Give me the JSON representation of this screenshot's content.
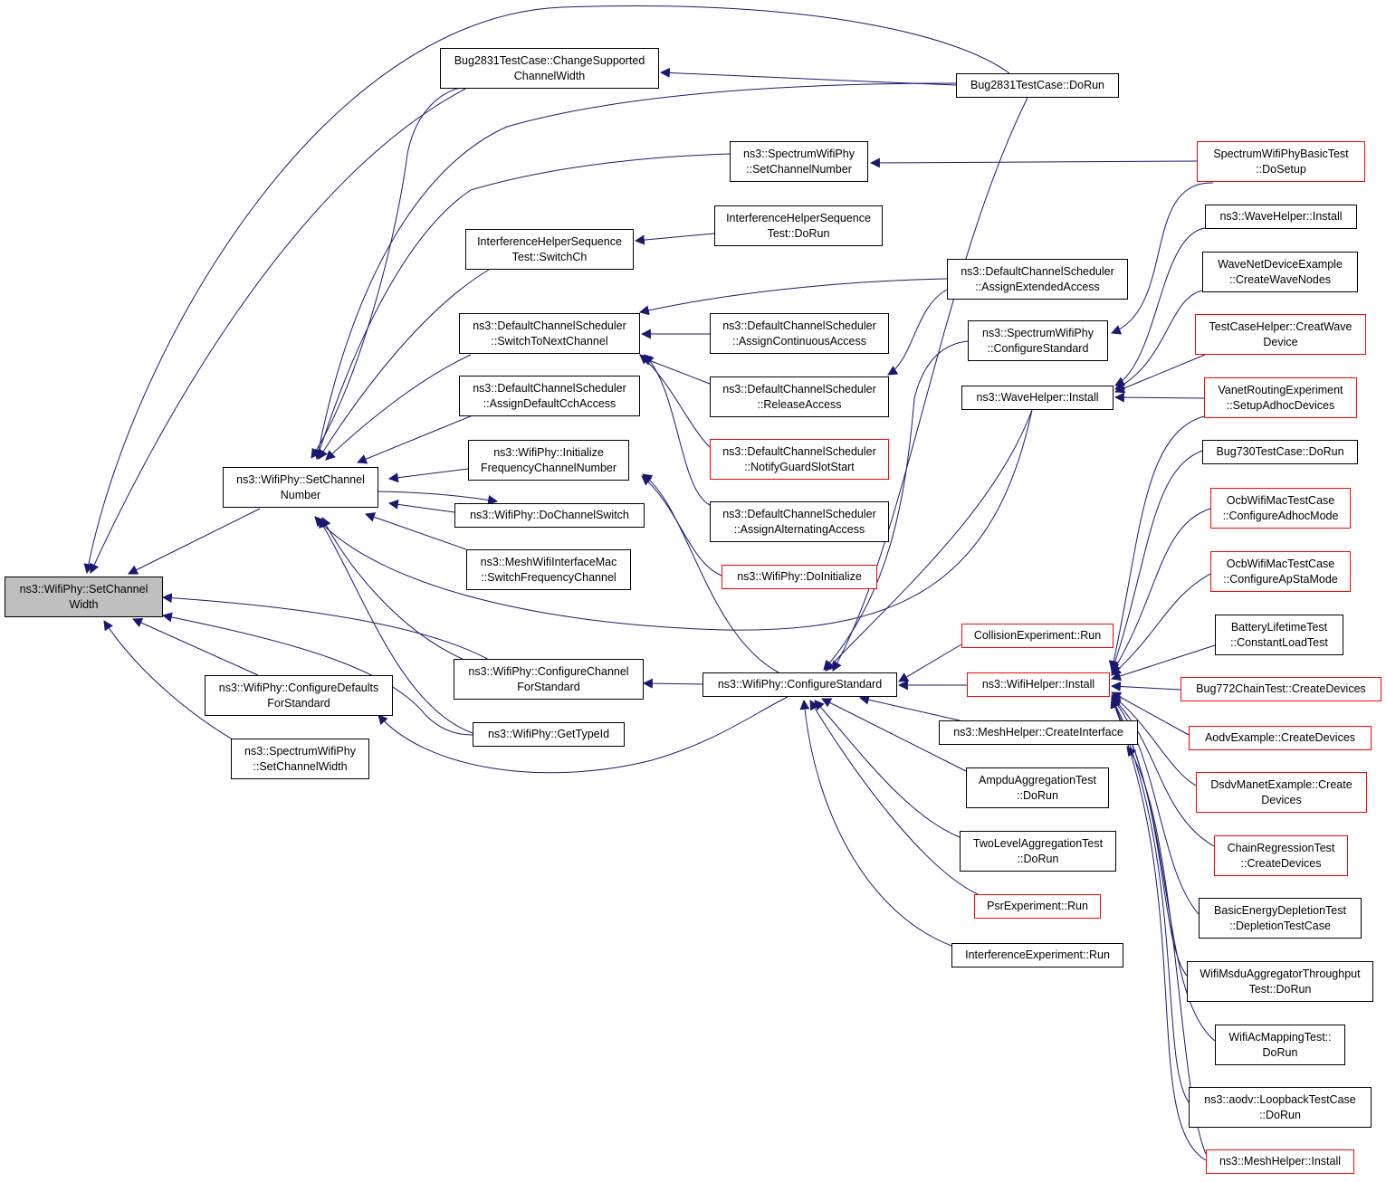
{
  "colors": {
    "edge": "#191970",
    "border": "#000000",
    "border_red": "#ff0000",
    "root_fill": "#bfbfbf"
  },
  "nodes": [
    {
      "id": "root",
      "lines": [
        "ns3::WifiPhy::SetChannel",
        "Width"
      ],
      "style": "root"
    },
    {
      "id": "setchnum",
      "lines": [
        "ns3::WifiPhy::SetChannel",
        "Number"
      ],
      "style": "normal"
    },
    {
      "id": "cfgdefstd",
      "lines": [
        "ns3::WifiPhy::ConfigureDefaults",
        "ForStandard"
      ],
      "style": "normal"
    },
    {
      "id": "specsetcw",
      "lines": [
        "ns3::SpectrumWifiPhy",
        "::SetChannelWidth"
      ],
      "style": "normal"
    },
    {
      "id": "bugchange",
      "lines": [
        "Bug2831TestCase::ChangeSupported",
        "ChannelWidth"
      ],
      "style": "normal"
    },
    {
      "id": "specsetcn",
      "lines": [
        "ns3::SpectrumWifiPhy",
        "::SetChannelNumber"
      ],
      "style": "normal"
    },
    {
      "id": "ihswitch",
      "lines": [
        "InterferenceHelperSequence",
        "Test::SwitchCh"
      ],
      "style": "normal"
    },
    {
      "id": "dcsnext",
      "lines": [
        "ns3::DefaultChannelScheduler",
        "::SwitchToNextChannel"
      ],
      "style": "normal"
    },
    {
      "id": "dcsdefcch",
      "lines": [
        "ns3::DefaultChannelScheduler",
        "::AssignDefaultCchAccess"
      ],
      "style": "normal"
    },
    {
      "id": "initfreq",
      "lines": [
        "ns3::WifiPhy::Initialize",
        "FrequencyChannelNumber"
      ],
      "style": "normal"
    },
    {
      "id": "dochsw",
      "lines": [
        "ns3::WifiPhy::DoChannelSwitch"
      ],
      "style": "normal"
    },
    {
      "id": "meshsw",
      "lines": [
        "ns3::MeshWifiInterfaceMac",
        "::SwitchFrequencyChannel"
      ],
      "style": "normal"
    },
    {
      "id": "cfgchstd",
      "lines": [
        "ns3::WifiPhy::ConfigureChannel",
        "ForStandard"
      ],
      "style": "normal"
    },
    {
      "id": "gettypeid",
      "lines": [
        "ns3::WifiPhy::GetTypeId"
      ],
      "style": "normal"
    },
    {
      "id": "ihdorun",
      "lines": [
        "InterferenceHelperSequence",
        "Test::DoRun"
      ],
      "style": "normal"
    },
    {
      "id": "dcscont",
      "lines": [
        "ns3::DefaultChannelScheduler",
        "::AssignContinuousAccess"
      ],
      "style": "normal"
    },
    {
      "id": "dcsrel",
      "lines": [
        "ns3::DefaultChannelScheduler",
        "::ReleaseAccess"
      ],
      "style": "normal"
    },
    {
      "id": "dcsguard",
      "lines": [
        "ns3::DefaultChannelScheduler",
        "::NotifyGuardSlotStart"
      ],
      "style": "red"
    },
    {
      "id": "dcsalt",
      "lines": [
        "ns3::DefaultChannelScheduler",
        "::AssignAlternatingAccess"
      ],
      "style": "normal"
    },
    {
      "id": "doinit",
      "lines": [
        "ns3::WifiPhy::DoInitialize"
      ],
      "style": "red"
    },
    {
      "id": "cfgstd",
      "lines": [
        "ns3::WifiPhy::ConfigureStandard"
      ],
      "style": "normal"
    },
    {
      "id": "bugdorun",
      "lines": [
        "Bug2831TestCase::DoRun"
      ],
      "style": "normal"
    },
    {
      "id": "dcsext",
      "lines": [
        "ns3::DefaultChannelScheduler",
        "::AssignExtendedAccess"
      ],
      "style": "normal"
    },
    {
      "id": "speccfgstd",
      "lines": [
        "ns3::SpectrumWifiPhy",
        "::ConfigureStandard"
      ],
      "style": "normal"
    },
    {
      "id": "wavehelpinst",
      "lines": [
        "ns3::WaveHelper::Install"
      ],
      "style": "normal"
    },
    {
      "id": "collrun",
      "lines": [
        "CollisionExperiment::Run"
      ],
      "style": "red"
    },
    {
      "id": "wifihelpinst",
      "lines": [
        "ns3::WifiHelper::Install"
      ],
      "style": "red"
    },
    {
      "id": "meshcreateif",
      "lines": [
        "ns3::MeshHelper::CreateInterface"
      ],
      "style": "normal"
    },
    {
      "id": "ampdu",
      "lines": [
        "AmpduAggregationTest",
        "::DoRun"
      ],
      "style": "normal"
    },
    {
      "id": "twolevel",
      "lines": [
        "TwoLevelAggregationTest",
        "::DoRun"
      ],
      "style": "normal"
    },
    {
      "id": "psrrun",
      "lines": [
        "PsrExperiment::Run"
      ],
      "style": "red"
    },
    {
      "id": "interfrun",
      "lines": [
        "InterferenceExperiment::Run"
      ],
      "style": "normal"
    },
    {
      "id": "specbasic",
      "lines": [
        "SpectrumWifiPhyBasicTest",
        "::DoSetup"
      ],
      "style": "red"
    },
    {
      "id": "wavehelpinst2",
      "lines": [
        "ns3::WaveHelper::Install"
      ],
      "style": "normal"
    },
    {
      "id": "wavenet",
      "lines": [
        "WaveNetDeviceExample",
        "::CreateWaveNodes"
      ],
      "style": "normal"
    },
    {
      "id": "tchelper",
      "lines": [
        "TestCaseHelper::CreatWave",
        "Device"
      ],
      "style": "red"
    },
    {
      "id": "vanet",
      "lines": [
        "VanetRoutingExperiment",
        "::SetupAdhocDevices"
      ],
      "style": "red"
    },
    {
      "id": "bug730",
      "lines": [
        "Bug730TestCase::DoRun"
      ],
      "style": "normal"
    },
    {
      "id": "ocbadhoc",
      "lines": [
        "OcbWifiMacTestCase",
        "::ConfigureAdhocMode"
      ],
      "style": "red"
    },
    {
      "id": "ocbapsta",
      "lines": [
        "OcbWifiMacTestCase",
        "::ConfigureApStaMode"
      ],
      "style": "red"
    },
    {
      "id": "battery",
      "lines": [
        "BatteryLifetimeTest",
        "::ConstantLoadTest"
      ],
      "style": "normal"
    },
    {
      "id": "bug772",
      "lines": [
        "Bug772ChainTest::CreateDevices"
      ],
      "style": "red"
    },
    {
      "id": "aodvex",
      "lines": [
        "AodvExample::CreateDevices"
      ],
      "style": "red"
    },
    {
      "id": "dsdv",
      "lines": [
        "DsdvManetExample::Create",
        "Devices"
      ],
      "style": "red"
    },
    {
      "id": "chainreg",
      "lines": [
        "ChainRegressionTest",
        "::CreateDevices"
      ],
      "style": "red"
    },
    {
      "id": "basicenergy",
      "lines": [
        "BasicEnergyDepletionTest",
        "::DepletionTestCase"
      ],
      "style": "normal"
    },
    {
      "id": "msdu",
      "lines": [
        "WifiMsduAggregatorThroughput",
        "Test::DoRun"
      ],
      "style": "normal"
    },
    {
      "id": "acmap",
      "lines": [
        "WifiAcMappingTest::",
        "DoRun"
      ],
      "style": "normal"
    },
    {
      "id": "aodvloop",
      "lines": [
        "ns3::aodv::LoopbackTestCase",
        "::DoRun"
      ],
      "style": "normal"
    },
    {
      "id": "meshinst",
      "lines": [
        "ns3::MeshHelper::Install"
      ],
      "style": "red"
    }
  ]
}
